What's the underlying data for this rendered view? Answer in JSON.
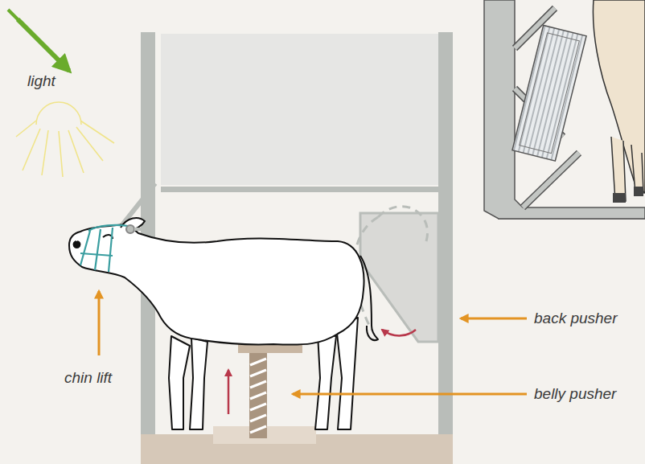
{
  "diagram": {
    "labels": [
      "light",
      "chin lift",
      "back pusher",
      "belly pusher"
    ]
  }
}
